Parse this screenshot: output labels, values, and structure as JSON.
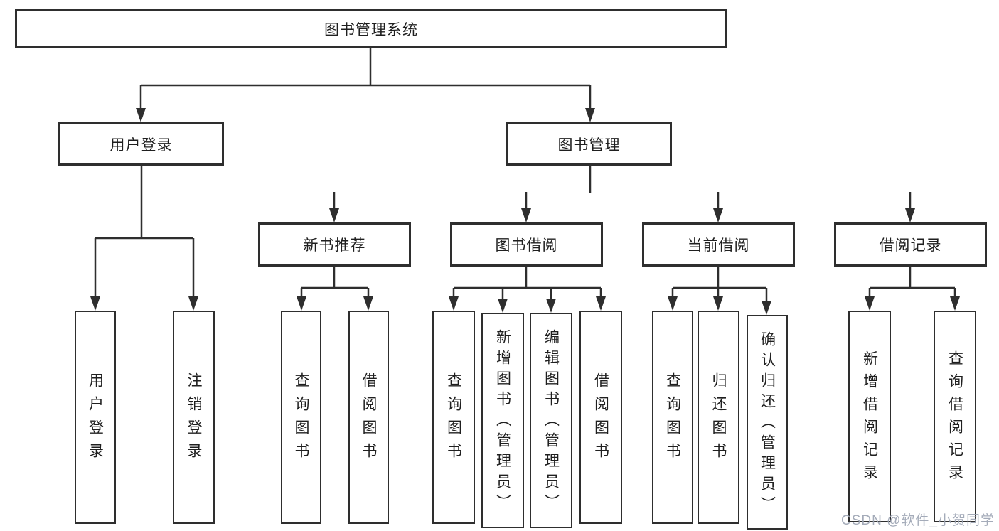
{
  "tree": {
    "label": "图书管理系统",
    "children": [
      {
        "label": "用户登录",
        "children": [
          {
            "label": "用户登录"
          },
          {
            "label": "注销登录"
          }
        ]
      },
      {
        "label": "图书管理",
        "children": [
          {
            "label": "新书推荐",
            "children": [
              {
                "label": "查询图书"
              },
              {
                "label": "借阅图书"
              }
            ]
          },
          {
            "label": "图书借阅",
            "children": [
              {
                "label": "查询图书"
              },
              {
                "label": "新增图书（管理员）"
              },
              {
                "label": "编辑图书（管理员）"
              },
              {
                "label": "借阅图书"
              }
            ]
          },
          {
            "label": "当前借阅",
            "children": [
              {
                "label": "查询图书"
              },
              {
                "label": "归还图书"
              },
              {
                "label": "确认归还（管理员）"
              }
            ]
          },
          {
            "label": "借阅记录",
            "children": [
              {
                "label": "新增借阅记录"
              },
              {
                "label": "查询借阅记录"
              }
            ]
          }
        ]
      }
    ]
  },
  "watermark": {
    "text": "CSDN @软件_小贺同学"
  },
  "colors": {
    "line": "#2e2e2e",
    "text": "#1f1f1f",
    "watermark": "#9ba3b2",
    "background": "#ffffff"
  }
}
